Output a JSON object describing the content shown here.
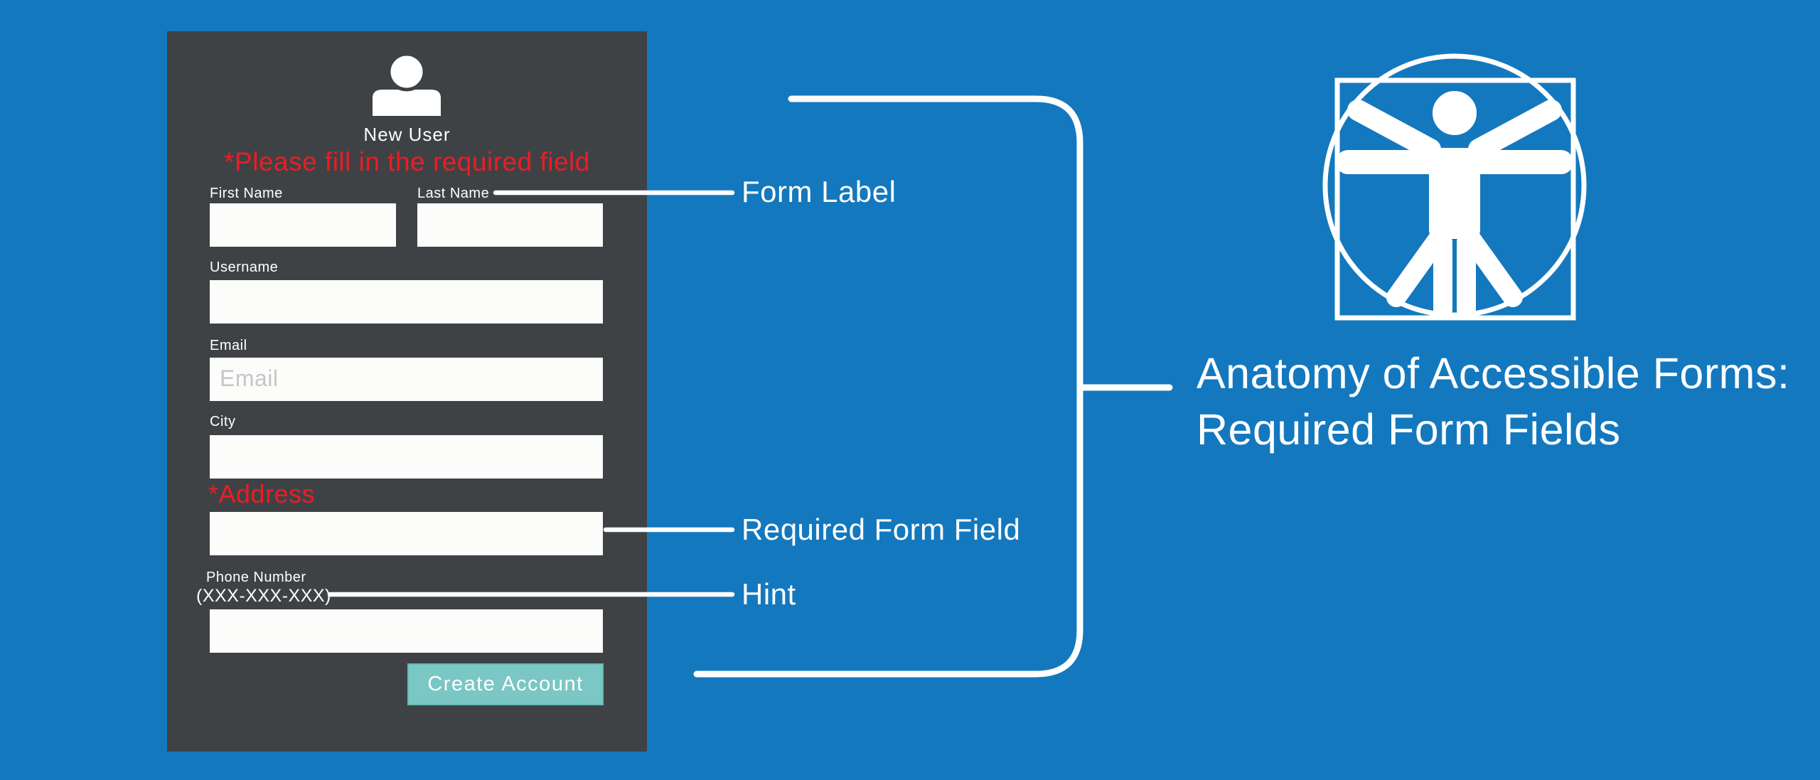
{
  "colors": {
    "background": "#1478be",
    "panel": "#3f4245",
    "required_red": "#ec1c24",
    "button_teal": "#7ac7c5",
    "text_white": "#ffffff",
    "placeholder_gray": "#c6c6c6"
  },
  "form": {
    "title": "New User",
    "required_notice": "*Please fill in the required field",
    "fields": {
      "first_name": {
        "label": "First Name"
      },
      "last_name": {
        "label": "Last Name"
      },
      "username": {
        "label": "Username"
      },
      "email": {
        "label": "Email",
        "placeholder": "Email"
      },
      "city": {
        "label": "City"
      },
      "address": {
        "label": "*Address"
      },
      "phone": {
        "label": "Phone Number",
        "hint": "(XXX-XXX-XXX)"
      }
    },
    "submit_label": "Create Account"
  },
  "callouts": {
    "form_label": "Form Label",
    "required_form_field": "Required Form Field",
    "hint": "Hint"
  },
  "heading": {
    "line1": "Anatomy of Accessible Forms:",
    "line2": "Required Form Fields"
  },
  "icons": {
    "user": "user-icon",
    "vitruvian": "vitruvian-man-icon"
  }
}
